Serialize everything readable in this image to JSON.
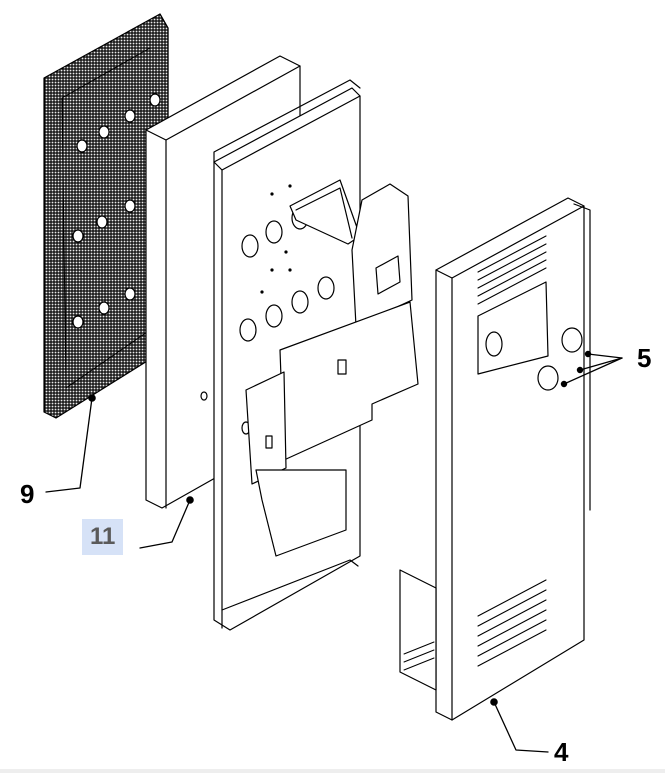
{
  "callouts": {
    "part_9": "9",
    "part_11": "11",
    "part_5": "5",
    "part_4": "4"
  },
  "colors": {
    "line": "#000000",
    "panel_fill": "#f4f4f4",
    "highlight": "#d6e2f7"
  }
}
